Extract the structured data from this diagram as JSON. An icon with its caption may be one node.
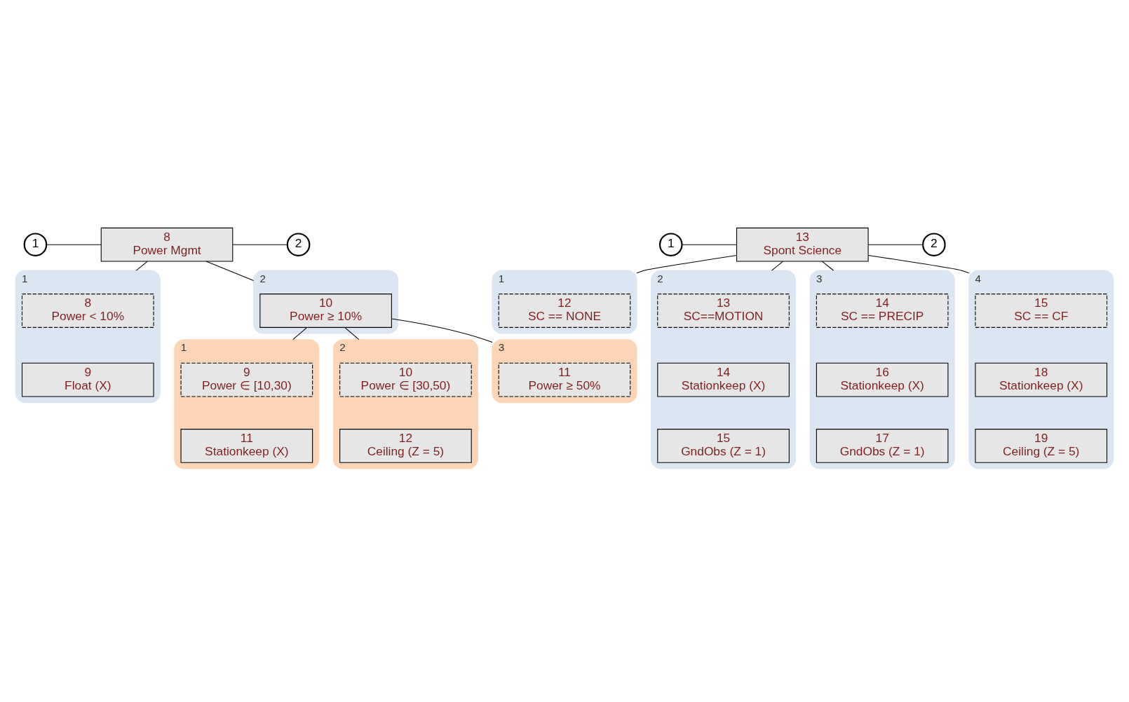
{
  "diagram": {
    "nodes": [
      {
        "text": [
          "8",
          "Power Mgmt"
        ]
      },
      {
        "text": [
          "1"
        ]
      },
      {
        "text": [
          "2"
        ]
      },
      {
        "text": [
          "1"
        ]
      },
      {
        "text": [
          "8",
          "Power < 10%"
        ],
        "in": 3
      },
      {
        "text": [
          "9",
          "Float (X)"
        ],
        "in": 3
      },
      {
        "text": [
          "2"
        ]
      },
      {
        "text": [
          "10",
          "Power ≥ 10%"
        ],
        "in": 6
      },
      {
        "text": [
          "1"
        ]
      },
      {
        "text": [
          "9",
          "Power ∈ [10,30)"
        ],
        "in": 8
      },
      {
        "text": [
          "11",
          "Stationkeep (X)"
        ],
        "in": 8
      },
      {
        "text": [
          "2"
        ]
      },
      {
        "text": [
          "10",
          "Power ∈ [30,50)"
        ],
        "in": 11
      },
      {
        "text": [
          "12",
          "Ceiling (Z = 5)"
        ],
        "in": 11
      },
      {
        "text": [
          "3"
        ]
      },
      {
        "text": [
          "11",
          "Power ≥ 50%"
        ],
        "in": 14
      },
      {
        "text": [
          "13",
          "Spont Science"
        ]
      },
      {
        "text": [
          "1"
        ]
      },
      {
        "text": [
          "2"
        ]
      },
      {
        "text": [
          "1"
        ]
      },
      {
        "text": [
          "12",
          "SC == NONE"
        ],
        "in": 19
      },
      {
        "text": [
          "2"
        ]
      },
      {
        "text": [
          "13",
          "SC==MOTION"
        ],
        "in": 21
      },
      {
        "text": [
          "14",
          "Stationkeep (X)"
        ],
        "in": 21
      },
      {
        "text": [
          "15",
          "GndObs (Z = 1)"
        ],
        "in": 21
      },
      {
        "text": [
          "3"
        ]
      },
      {
        "text": [
          "14",
          "SC == PRECIP"
        ],
        "in": 25
      },
      {
        "text": [
          "16",
          "Stationkeep (X)"
        ],
        "in": 25
      },
      {
        "text": [
          "17",
          "GndObs (Z = 1)"
        ],
        "in": 25
      },
      {
        "text": [
          "4"
        ]
      },
      {
        "text": [
          "15",
          "SC == CF"
        ],
        "in": 29
      },
      {
        "text": [
          "18",
          "Stationkeep (X)"
        ],
        "in": 29
      },
      {
        "text": [
          "19",
          "Ceiling (Z = 5)"
        ],
        "in": 29
      }
    ],
    "edges": [
      {
        "from": 1,
        "to": 0,
        "arrow": "none"
      },
      {
        "from": 0,
        "to": 2,
        "arrow": "none"
      },
      {
        "from": 0,
        "to": 3,
        "arrow": "none"
      },
      {
        "from": 0,
        "to": 6,
        "arrow": "none"
      },
      {
        "from": 7,
        "to": 8,
        "arrow": "none"
      },
      {
        "from": 7,
        "to": 11,
        "arrow": "none"
      },
      {
        "from": 7,
        "to": 14,
        "arrow": "none"
      },
      {
        "from": 17,
        "to": 16,
        "arrow": "none"
      },
      {
        "from": 16,
        "to": 18,
        "arrow": "none"
      },
      {
        "from": 16,
        "to": 19,
        "arrow": "none"
      },
      {
        "from": 16,
        "to": 21,
        "arrow": "none"
      },
      {
        "from": 16,
        "to": 25,
        "arrow": "none"
      },
      {
        "from": 16,
        "to": 29,
        "arrow": "none"
      }
    ]
  }
}
